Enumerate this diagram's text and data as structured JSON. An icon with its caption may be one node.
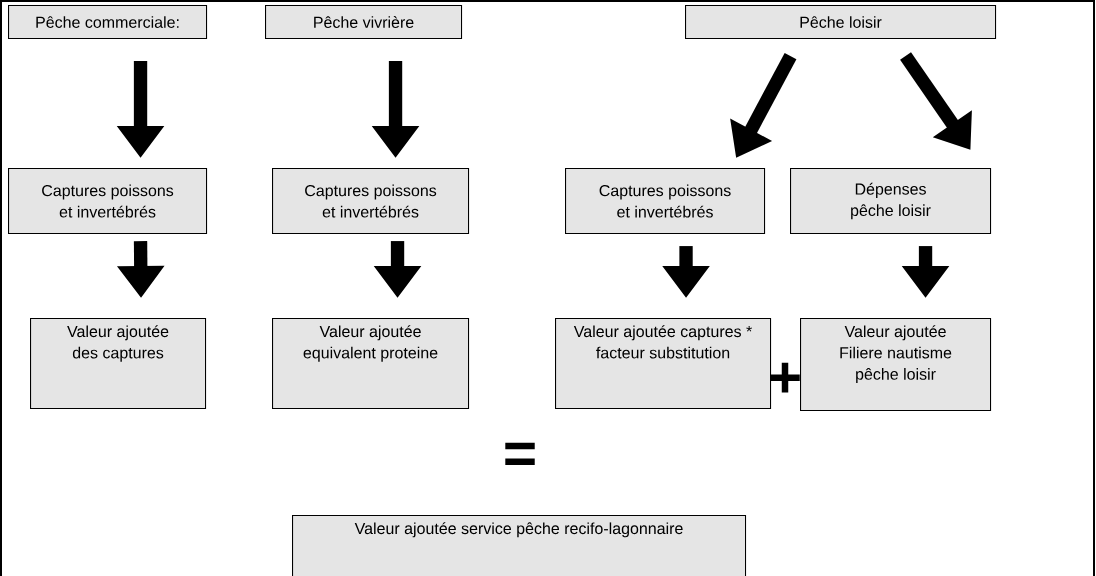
{
  "diagram": {
    "nodes": [
      {
        "text": [
          "Pêche commerciale:"
        ]
      },
      {
        "text": [
          "Pêche vivrière"
        ]
      },
      {
        "text": [
          "Pêche loisir"
        ]
      },
      {
        "text": [
          "Captures poissons et invertébrés"
        ]
      },
      {
        "text": [
          "Captures poissons et invertébrés"
        ]
      },
      {
        "text": [
          "Captures poissons et invertébrés"
        ]
      },
      {
        "text": [
          "Dépenses pêche loisir"
        ]
      },
      {
        "text": [
          "Valeur ajoutée des captures"
        ]
      },
      {
        "text": [
          "Valeur ajoutée equivalent proteine"
        ]
      },
      {
        "text": [
          "Valeur ajoutée captures * facteur substitution"
        ]
      },
      {
        "text": [
          "Valeur ajoutée Filiere nautisme pêche loisir"
        ]
      },
      {
        "text": [
          "Valeur ajoutée service pêche recifo-lagonnaire"
        ]
      }
    ],
    "edges": [
      {
        "from": 0,
        "to": 3,
        "arrow": "to"
      },
      {
        "from": 1,
        "to": 4,
        "arrow": "to"
      },
      {
        "from": 2,
        "to": 5,
        "arrow": "to"
      },
      {
        "from": 2,
        "to": 6,
        "arrow": "to"
      },
      {
        "from": 3,
        "to": 7,
        "arrow": "to"
      },
      {
        "from": 4,
        "to": 8,
        "arrow": "to"
      },
      {
        "from": 5,
        "to": 9,
        "arrow": "to"
      },
      {
        "from": 6,
        "to": 10,
        "arrow": "to"
      }
    ],
    "labels": [
      "+",
      "="
    ]
  }
}
